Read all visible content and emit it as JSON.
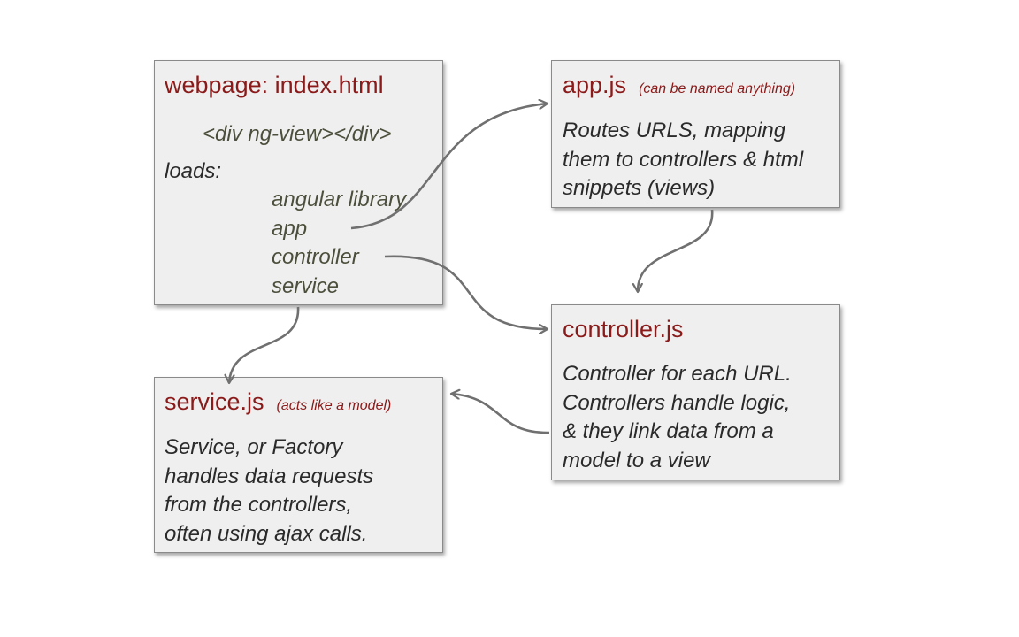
{
  "index_box": {
    "title": "webpage: index.html",
    "tag": "<div ng-view></div>",
    "loads_label": "loads:",
    "items": [
      "angular library",
      "app",
      "controller",
      "service"
    ]
  },
  "app_box": {
    "title": "app.js",
    "note": "(can be named anything)",
    "lines": [
      "Routes URLS, mapping",
      "them to controllers & html",
      "snippets (views)"
    ]
  },
  "controller_box": {
    "title": "controller.js",
    "lines": [
      "Controller for each URL.",
      "Controllers handle logic,",
      "& they link data from a",
      "model to a view"
    ]
  },
  "service_box": {
    "title": "service.js",
    "note": "(acts like a model)",
    "lines": [
      "Service, or Factory",
      "handles data requests",
      "from the controllers,",
      "often using ajax calls."
    ]
  },
  "colors": {
    "title": "#8b1a1a",
    "body_text": "#2a2a2a",
    "box_fill": "#efefef",
    "arrow": "#707070"
  }
}
